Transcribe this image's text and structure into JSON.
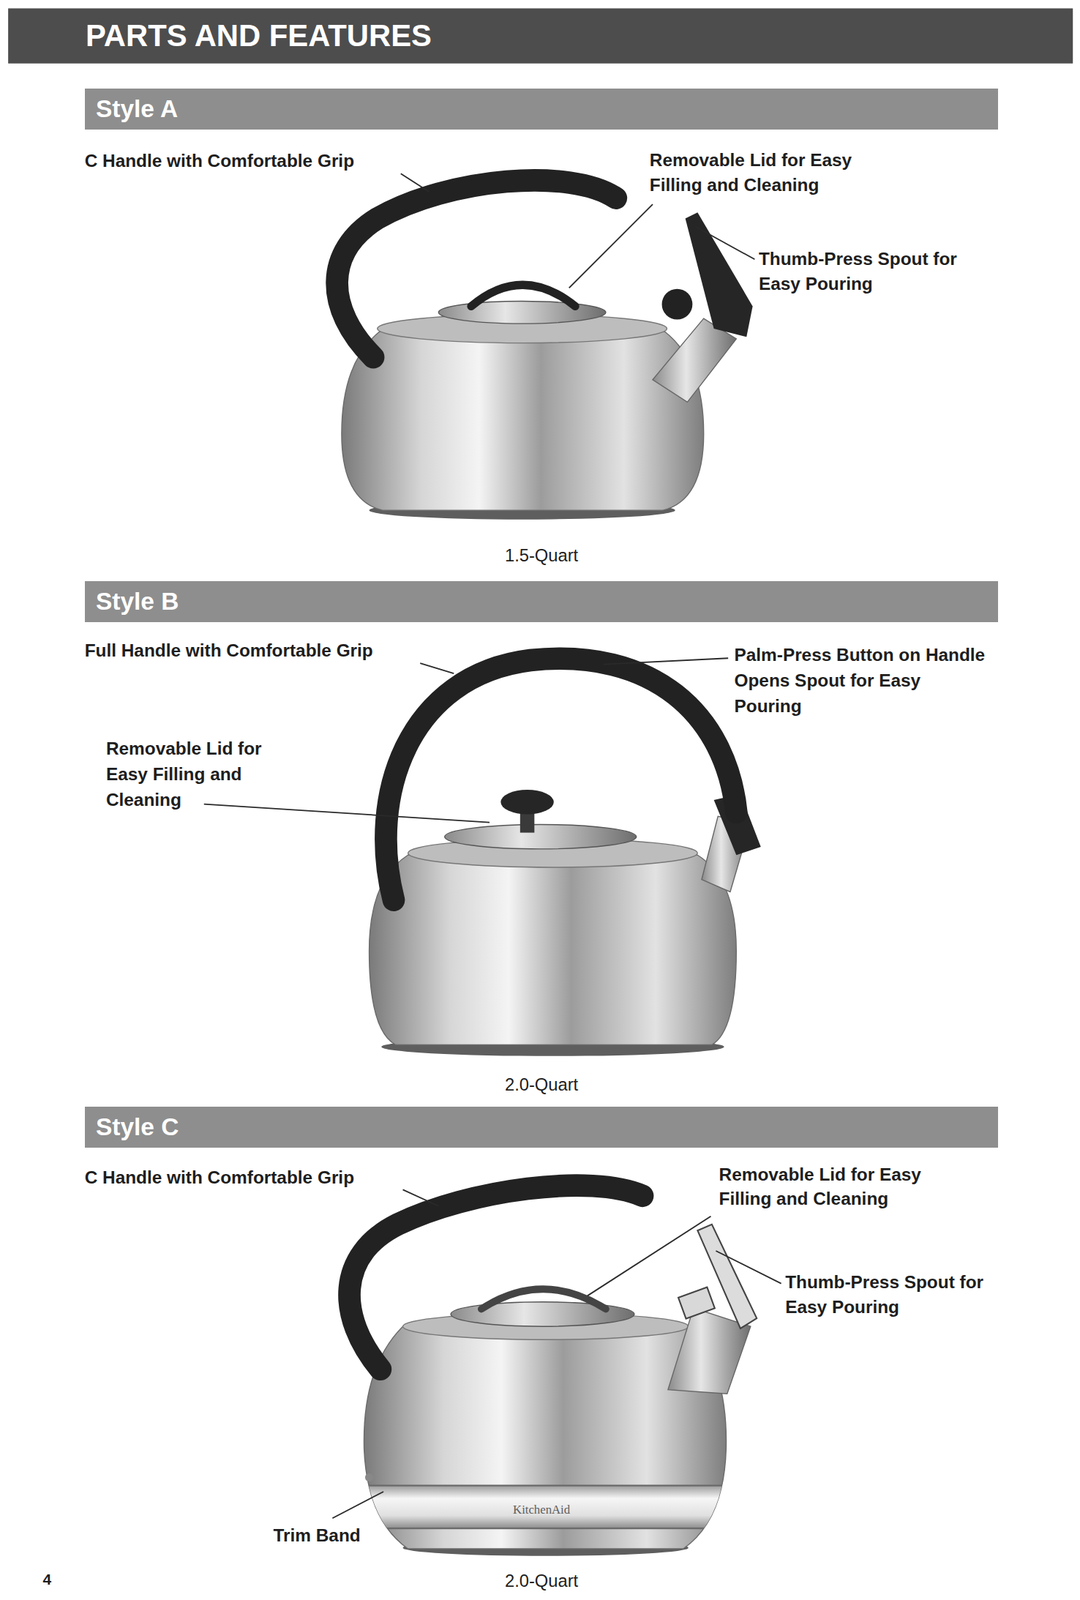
{
  "diagram": {
    "title": "PARTS AND FEATURES",
    "nodes": [
      {
        "text": [
          "Style A"
        ]
      },
      {
        "text": [
          "Style B"
        ]
      },
      {
        "text": [
          "Style C"
        ]
      }
    ],
    "labels": [
      "C Handle with Comfortable Grip",
      "Removable Lid for Easy Filling and Cleaning",
      "Thumb-Press Spout for Easy Pouring",
      "1.5-Quart",
      "Full Handle with Comfortable Grip",
      "Palm-Press Button on Handle Opens Spout for Easy Pouring",
      "Removable Lid for Easy Filling and Cleaning",
      "2.0-Quart",
      "C Handle with Comfortable Grip",
      "Removable Lid for Easy Filling and Cleaning",
      "Thumb-Press Spout for Easy Pouring",
      "Trim Band",
      "KitchenAid",
      "2.0-Quart",
      "4"
    ]
  }
}
